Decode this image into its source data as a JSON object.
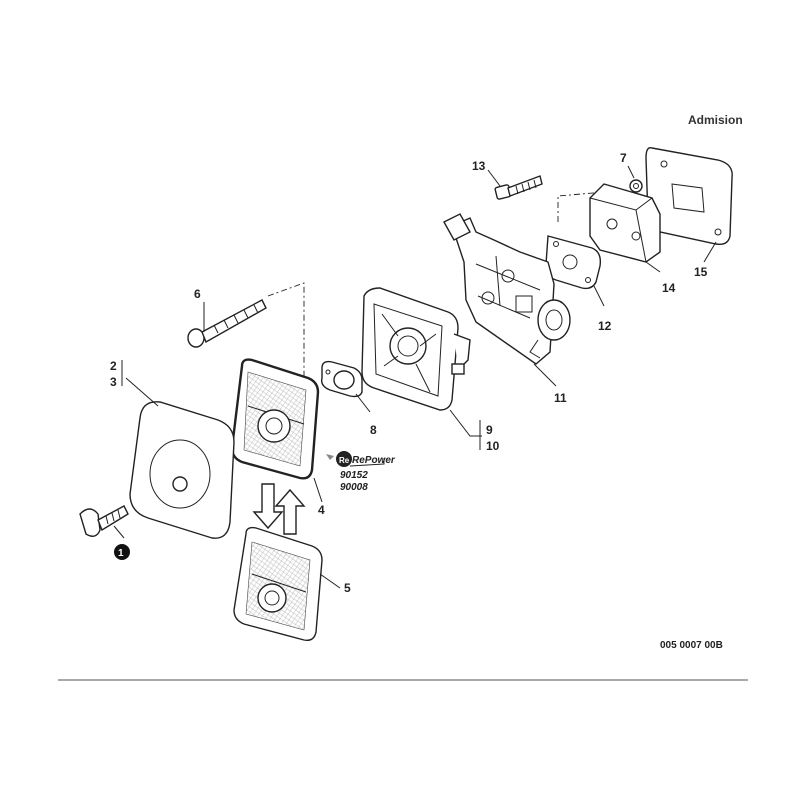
{
  "header": {
    "section_title": "Admision"
  },
  "callouts": [
    {
      "id": "c1",
      "text": "1",
      "style": "filled"
    },
    {
      "id": "c2",
      "text": "2"
    },
    {
      "id": "c3",
      "text": "3"
    },
    {
      "id": "c4",
      "text": "4"
    },
    {
      "id": "c5",
      "text": "5"
    },
    {
      "id": "c6",
      "text": "6"
    },
    {
      "id": "c7",
      "text": "7"
    },
    {
      "id": "c8",
      "text": "8"
    },
    {
      "id": "c9",
      "text": "9"
    },
    {
      "id": "c10",
      "text": "10"
    },
    {
      "id": "c11",
      "text": "11"
    },
    {
      "id": "c12",
      "text": "12"
    },
    {
      "id": "c13",
      "text": "13"
    },
    {
      "id": "c14",
      "text": "14"
    },
    {
      "id": "c15",
      "text": "15"
    }
  ],
  "repower": {
    "logo_text": "RePower",
    "part_codes": [
      "90152",
      "90008"
    ]
  },
  "drawing_ref": "005 0007 00B",
  "colors": {
    "ink": "#222222",
    "background": "#ffffff",
    "rule": "#555555"
  },
  "icons": [
    "wing-bolt-icon",
    "filter-arrows-icon",
    "repower-logo-icon"
  ]
}
